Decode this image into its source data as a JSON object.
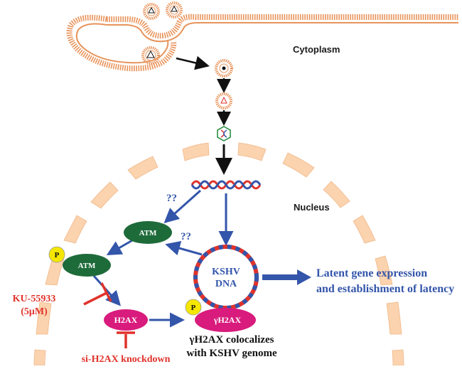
{
  "labels": {
    "cytoplasm": "Cytoplasm",
    "nucleus": "Nucleus",
    "atm": "ATM",
    "atm_p": "ATM",
    "phospho": "P",
    "h2ax": "H2AX",
    "gamma_h2ax": "γH2AX",
    "kshv_line1": "KSHV",
    "kshv_line2": "DNA",
    "unknown_1": "??",
    "unknown_2": "??",
    "latent_line1": "Latent gene expression",
    "latent_line2": "and establishment of latency",
    "inhibitor_line1": "KU-55933",
    "inhibitor_line2": "(5μM)",
    "knockdown": "si-H2AX knockdown",
    "coloc_line1": "γH2AX colocalizes",
    "coloc_line2": "with KSHV genome"
  },
  "colors": {
    "membrane": "#e8935a",
    "nuclear_envelope": "#fbd3ae",
    "arrow_blue": "#3355aa",
    "inhibit_red": "#e0332b",
    "atm_green": "#1e6b3a",
    "h2ax_pink": "#d81b7c",
    "phospho_yellow": "#f5e600",
    "dna_red": "#e0332b",
    "dna_blue": "#3355aa"
  }
}
